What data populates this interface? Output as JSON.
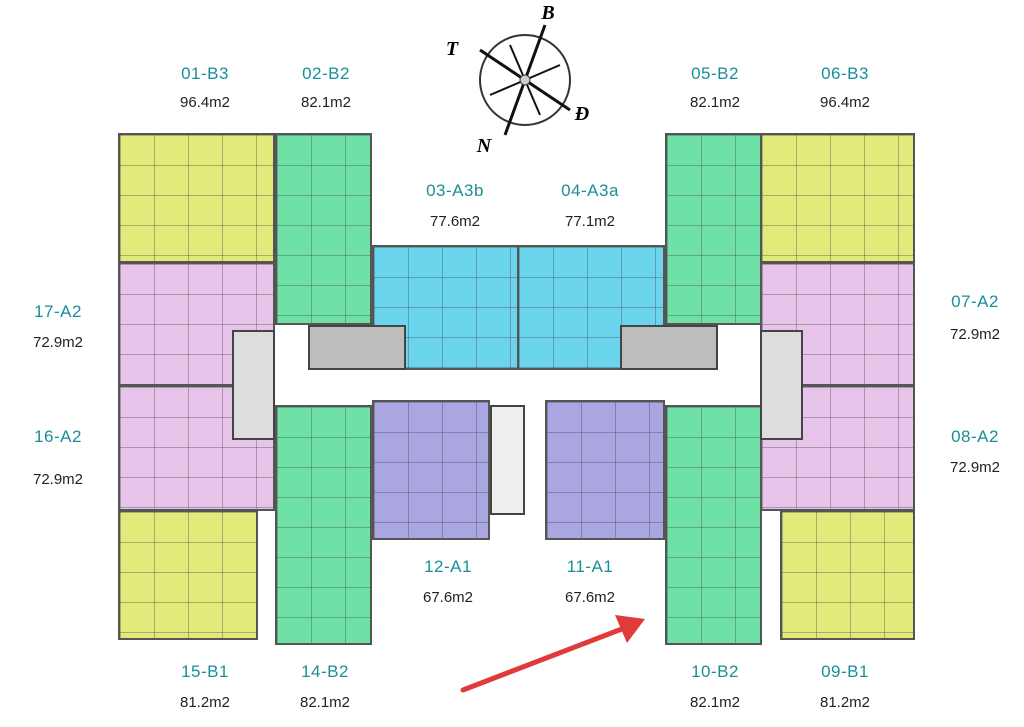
{
  "compass": {
    "north_top": "B",
    "west": "T",
    "east": "Đ",
    "south": "N"
  },
  "units": [
    {
      "code": "01-B3",
      "area": "96.4m2"
    },
    {
      "code": "02-B2",
      "area": "82.1m2"
    },
    {
      "code": "03-A3b",
      "area": "77.6m2"
    },
    {
      "code": "04-A3a",
      "area": "77.1m2"
    },
    {
      "code": "05-B2",
      "area": "82.1m2"
    },
    {
      "code": "06-B3",
      "area": "96.4m2"
    },
    {
      "code": "07-A2",
      "area": "72.9m2"
    },
    {
      "code": "08-A2",
      "area": "72.9m2"
    },
    {
      "code": "09-B1",
      "area": "81.2m2"
    },
    {
      "code": "10-B2",
      "area": "82.1m2"
    },
    {
      "code": "11-A1",
      "area": "67.6m2"
    },
    {
      "code": "12-A1",
      "area": "67.6m2"
    },
    {
      "code": "14-B2",
      "area": "82.1m2"
    },
    {
      "code": "15-B1",
      "area": "81.2m2"
    },
    {
      "code": "16-A2",
      "area": "72.9m2"
    },
    {
      "code": "17-A2",
      "area": "72.9m2"
    }
  ],
  "colors": {
    "label": "#1a8e97",
    "arrow": "#e03a3a"
  }
}
